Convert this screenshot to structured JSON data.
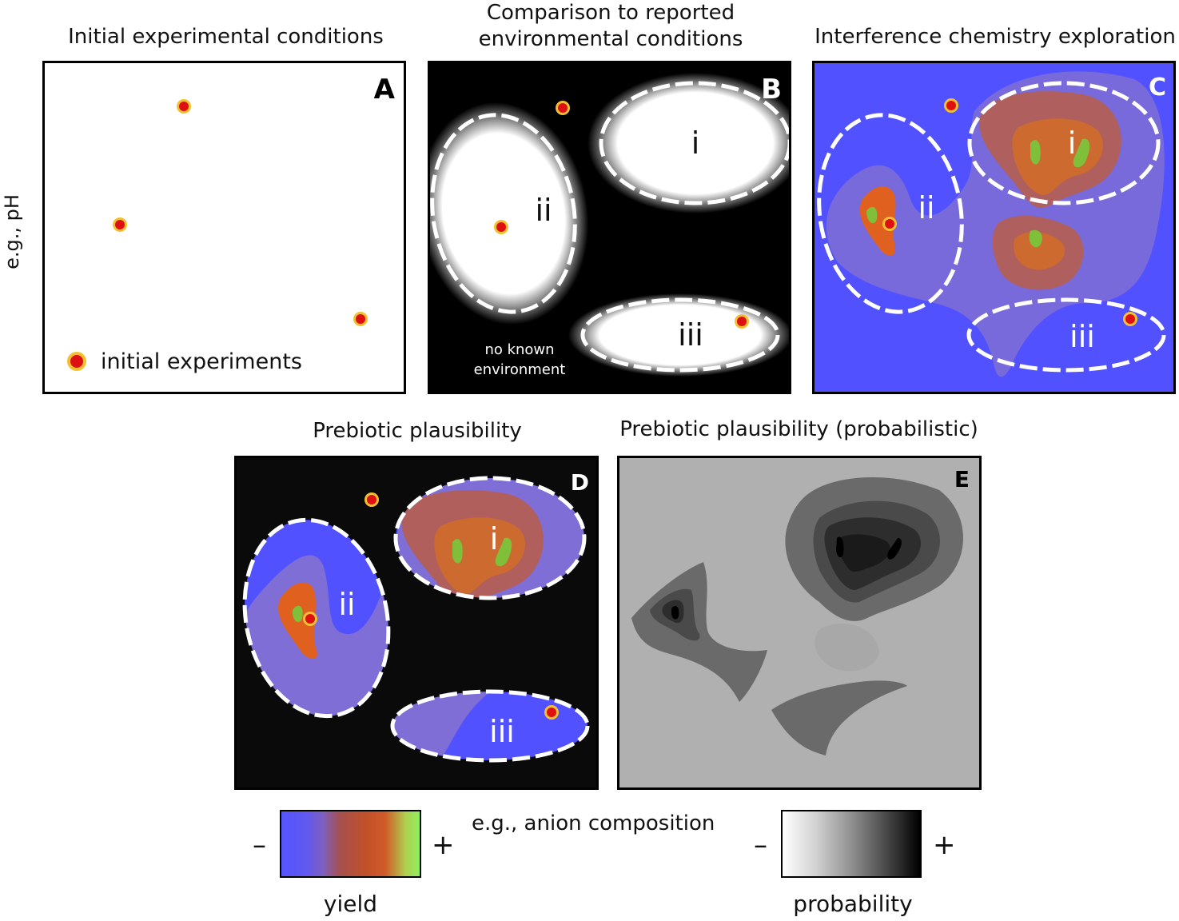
{
  "titles": {
    "a": "Initial experimental conditions",
    "b_line1": "Comparison to reported",
    "b_line2": "environmental conditions",
    "c": "Interference chemistry exploration",
    "d": "Prebiotic plausibility",
    "e": "Prebiotic plausibility (probabilistic)"
  },
  "panel_letters": {
    "a": "A",
    "b": "B",
    "c": "C",
    "d": "D",
    "e": "E"
  },
  "region_labels": {
    "i": "i",
    "ii": "ii",
    "iii": "iii"
  },
  "legend_a": "initial experiments",
  "no_env_line1": "no known",
  "no_env_line2": "environment",
  "y_axis_label": "e.g., pH",
  "x_axis_label": "e.g., anion composition",
  "colorbar_yield": {
    "minus": "–",
    "plus": "+",
    "label": "yield"
  },
  "colorbar_prob": {
    "minus": "–",
    "plus": "+",
    "label": "probability"
  },
  "colors": {
    "experiment_dot": "#dd1111",
    "experiment_ring": "#f2c030",
    "panel_c_bg": "#5151ff",
    "panel_b_bg": "#000000",
    "panel_e_bg": "#b0b0b0",
    "yield_low": "#5555ff",
    "yield_mid": "#c0502a",
    "yield_high": "#8ef05a"
  }
}
